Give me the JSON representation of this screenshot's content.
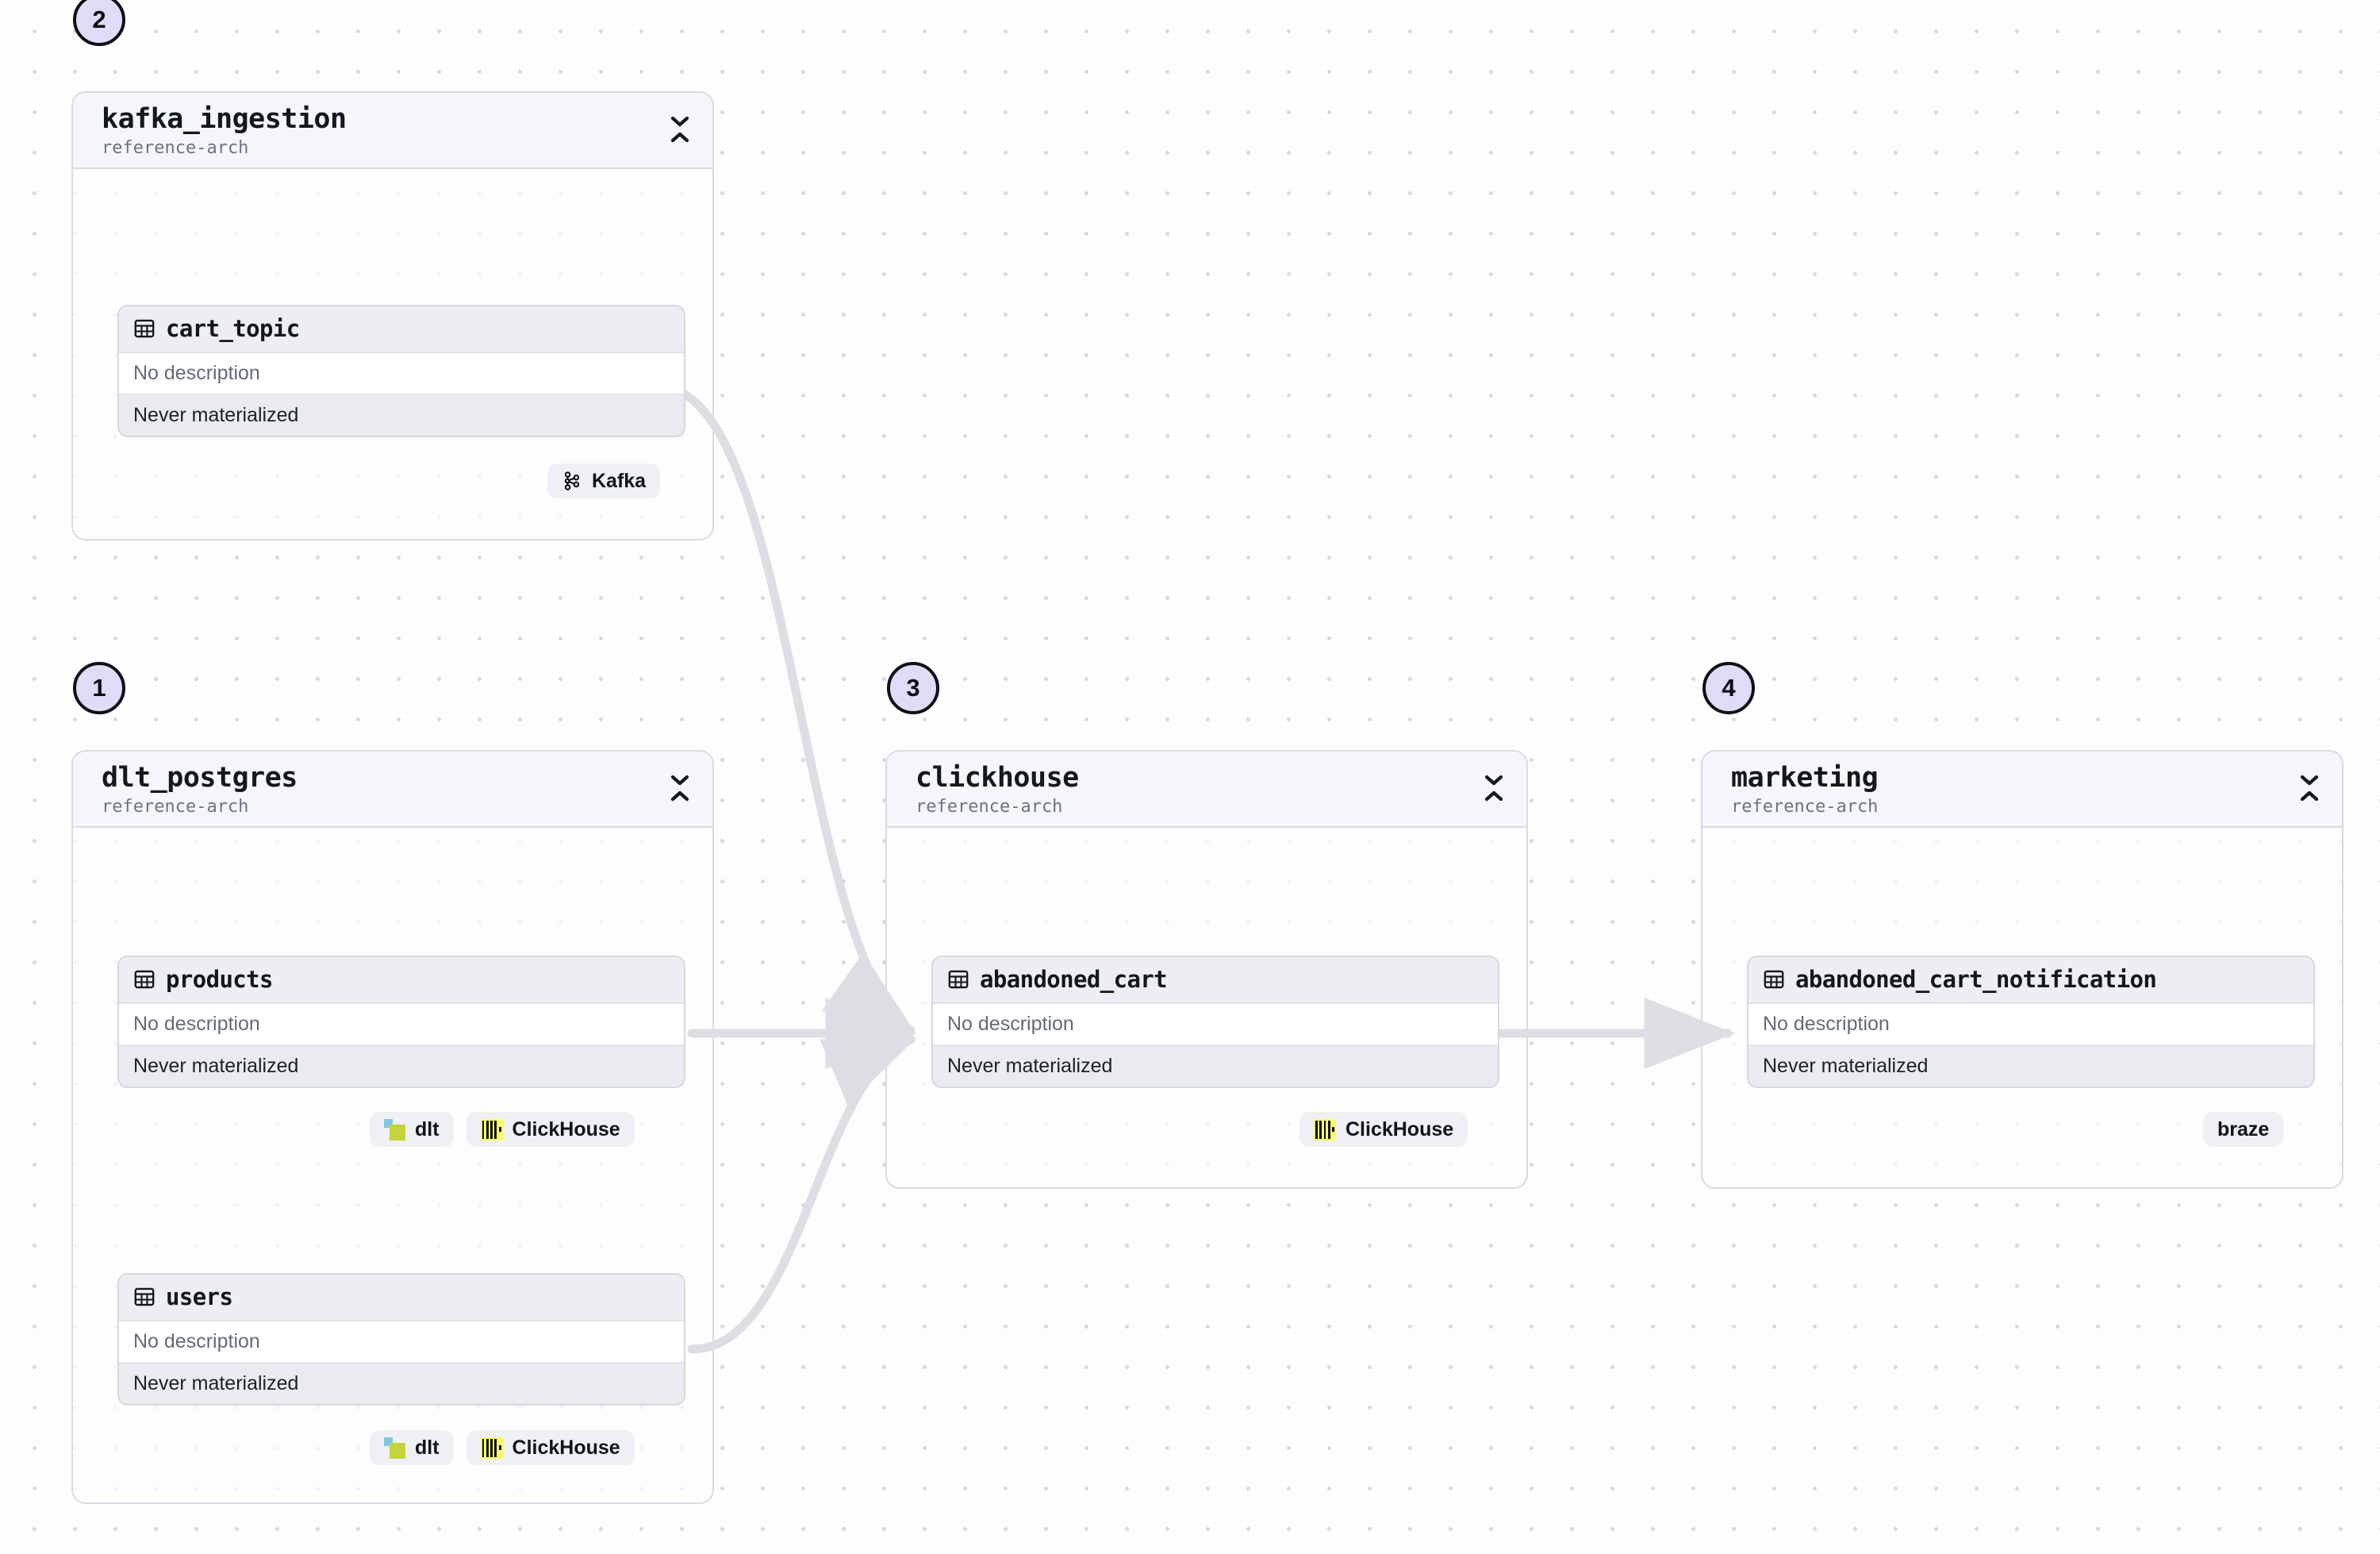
{
  "canvas": {
    "background_color": "#fdfdfe",
    "grid_dot_color": "#d7d9e0",
    "badge_fill": "#dedcf6",
    "badge_border": "#0e1116",
    "edge_color": "#dcdee4"
  },
  "groups": [
    {
      "id": "kafka_ingestion",
      "step": "2",
      "title": "kafka_ingestion",
      "subtitle": "reference-arch",
      "collapse_icon": "collapse-icon"
    },
    {
      "id": "dlt_postgres",
      "step": "1",
      "title": "dlt_postgres",
      "subtitle": "reference-arch",
      "collapse_icon": "collapse-icon"
    },
    {
      "id": "clickhouse",
      "step": "3",
      "title": "clickhouse",
      "subtitle": "reference-arch",
      "collapse_icon": "collapse-icon"
    },
    {
      "id": "marketing",
      "step": "4",
      "title": "marketing",
      "subtitle": "reference-arch",
      "collapse_icon": "collapse-icon"
    }
  ],
  "nodes": [
    {
      "id": "cart_topic",
      "group": "kafka_ingestion",
      "icon": "table-icon",
      "name": "cart_topic",
      "description": "No description",
      "materialization": "Never materialized",
      "tags": [
        {
          "label": "Kafka",
          "icon": "kafka-icon"
        }
      ]
    },
    {
      "id": "products",
      "group": "dlt_postgres",
      "icon": "table-icon",
      "name": "products",
      "description": "No description",
      "materialization": "Never materialized",
      "tags": [
        {
          "label": "dlt",
          "icon": "dlt-icon"
        },
        {
          "label": "ClickHouse",
          "icon": "clickhouse-icon"
        }
      ]
    },
    {
      "id": "users",
      "group": "dlt_postgres",
      "icon": "table-icon",
      "name": "users",
      "description": "No description",
      "materialization": "Never materialized",
      "tags": [
        {
          "label": "dlt",
          "icon": "dlt-icon"
        },
        {
          "label": "ClickHouse",
          "icon": "clickhouse-icon"
        }
      ]
    },
    {
      "id": "abandoned_cart",
      "group": "clickhouse",
      "icon": "table-icon",
      "name": "abandoned_cart",
      "description": "No description",
      "materialization": "Never materialized",
      "tags": [
        {
          "label": "ClickHouse",
          "icon": "clickhouse-icon"
        }
      ]
    },
    {
      "id": "abandoned_cart_notification",
      "group": "marketing",
      "icon": "table-icon",
      "name": "abandoned_cart_notification",
      "description": "No description",
      "materialization": "Never materialized",
      "tags": [
        {
          "label": "braze",
          "icon": ""
        }
      ]
    }
  ],
  "edges": [
    {
      "from": "cart_topic",
      "to": "abandoned_cart"
    },
    {
      "from": "products",
      "to": "abandoned_cart"
    },
    {
      "from": "users",
      "to": "abandoned_cart"
    },
    {
      "from": "abandoned_cart",
      "to": "abandoned_cart_notification"
    }
  ]
}
